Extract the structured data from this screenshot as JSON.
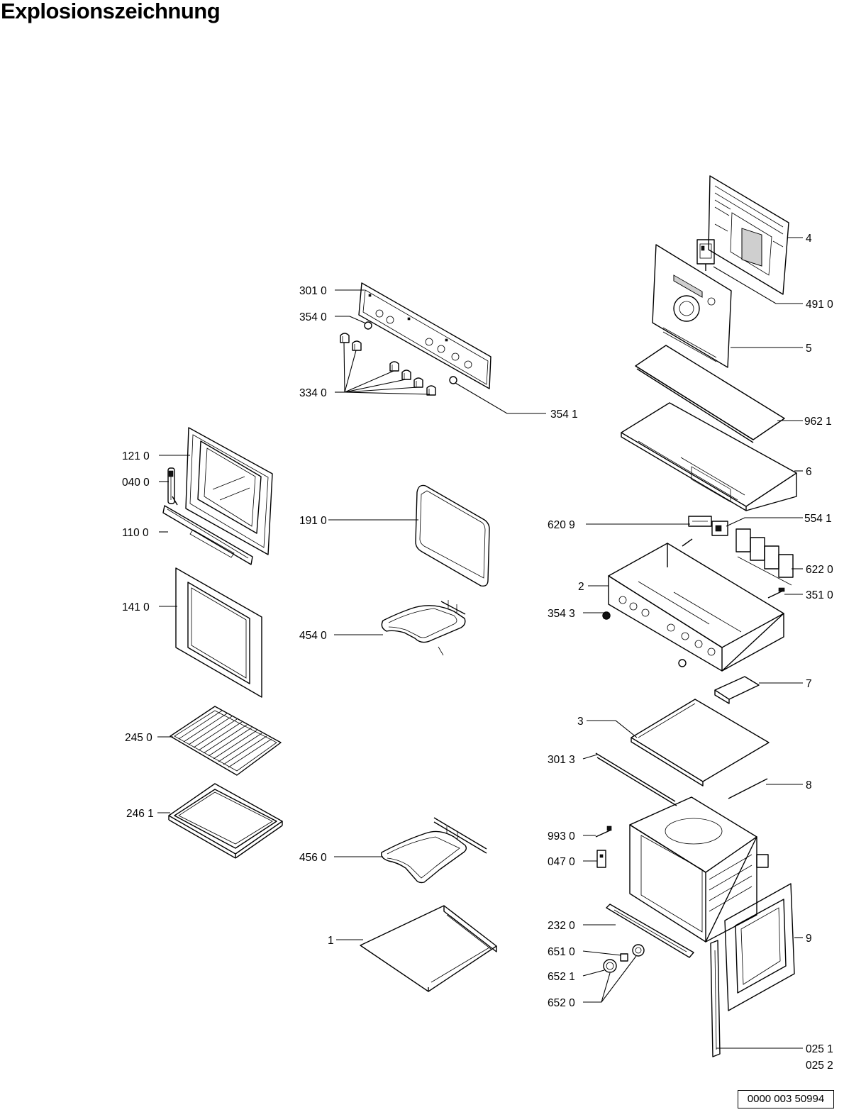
{
  "title": "Explosionszeichnung",
  "document_number": "0000 003 50994",
  "labels": {
    "l3010": "301 0",
    "l3540": "354 0",
    "l3340": "334 0",
    "l3541": "354 1",
    "l1210": "121 0",
    "l0400": "040 0",
    "l1100": "110 0",
    "l1410": "141 0",
    "l1910": "191 0",
    "l4540": "454 0",
    "l2450": "245 0",
    "l2461": "246 1",
    "l4560": "456 0",
    "l1": "1",
    "l4": "4",
    "l4910": "491 0",
    "l5": "5",
    "l9621": "962 1",
    "l6": "6",
    "l6209": "620 9",
    "l5541": "554 1",
    "l6220": "622 0",
    "l2": "2",
    "l3510": "351 0",
    "l3543": "354 3",
    "l7": "7",
    "l3": "3",
    "l3013": "301 3",
    "l8": "8",
    "l9930": "993 0",
    "l0470": "047 0",
    "l2320": "232 0",
    "l9": "9",
    "l6510": "651 0",
    "l6521": "652 1",
    "l6520": "652 0",
    "l0251": "025 1",
    "l0252": "025 2"
  }
}
